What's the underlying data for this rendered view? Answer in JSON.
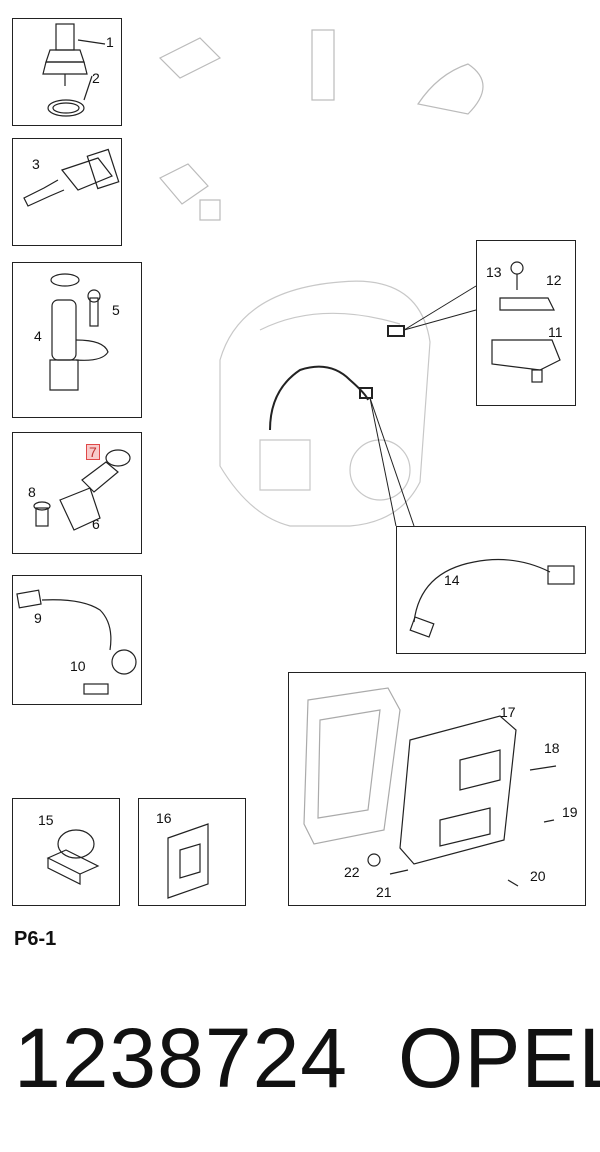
{
  "page_code": "P6-1",
  "part_number": "1238724",
  "brand": "OPEL",
  "highlight_color": "#f8caca",
  "callouts": {
    "c1": "1",
    "c2": "2",
    "c3": "3",
    "c4": "4",
    "c5": "5",
    "c6": "6",
    "c7": "7",
    "c8": "8",
    "c9": "9",
    "c10": "10",
    "c11": "11",
    "c12": "12",
    "c13": "13",
    "c14": "14",
    "c15": "15",
    "c16": "16",
    "c17": "17",
    "c18": "18",
    "c19": "19",
    "c20": "20",
    "c21": "21",
    "c22": "22"
  },
  "highlighted_callout": "7"
}
